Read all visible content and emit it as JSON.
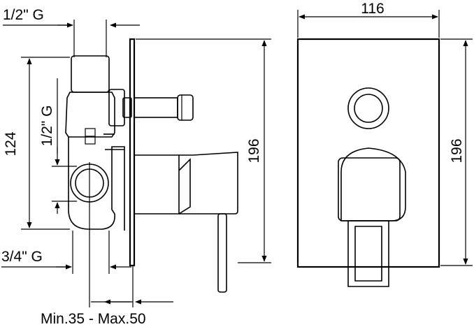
{
  "labels": {
    "top_inlet": "1/2\" G",
    "side_outlet": "1/2\" G",
    "bottom_inlet": "3/4\" G",
    "install_depth": "Min.35 - Max.50"
  },
  "dimensions": {
    "body_height": "124",
    "side_plate_height": "196",
    "front_plate_width": "116",
    "front_plate_height": "196"
  }
}
